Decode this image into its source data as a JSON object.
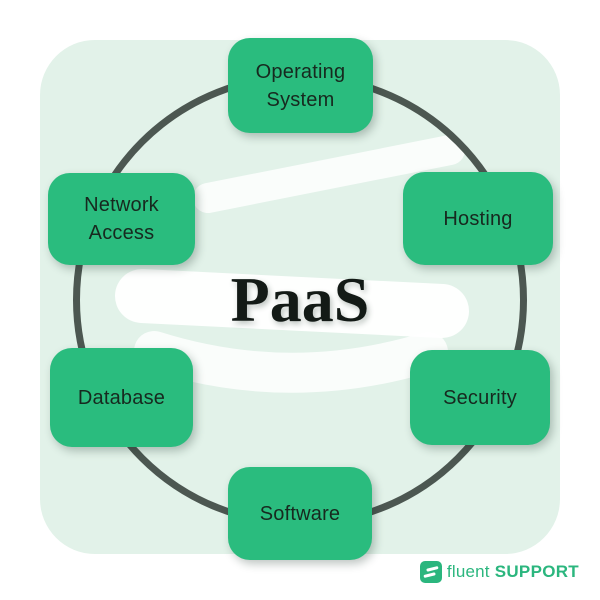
{
  "diagram": {
    "title": "PaaS",
    "nodes": [
      {
        "id": "operating-system",
        "label": "Operating System"
      },
      {
        "id": "hosting",
        "label": "Hosting"
      },
      {
        "id": "security",
        "label": "Security"
      },
      {
        "id": "software",
        "label": "Software"
      },
      {
        "id": "database",
        "label": "Database"
      },
      {
        "id": "network-access",
        "label": "Network Access"
      }
    ]
  },
  "branding": {
    "logo_icon": "fluent-support-logo-icon",
    "brand_first": "fluent",
    "brand_second": "SUPPORT"
  },
  "colors": {
    "node_green": "#2abc7e",
    "background_mint": "#e2f2e9",
    "circle_stroke": "#4c5751",
    "node_text": "#17291f",
    "title_text": "#131a16",
    "brand_green": "#2bb67e",
    "watermark": "#ffffff"
  }
}
